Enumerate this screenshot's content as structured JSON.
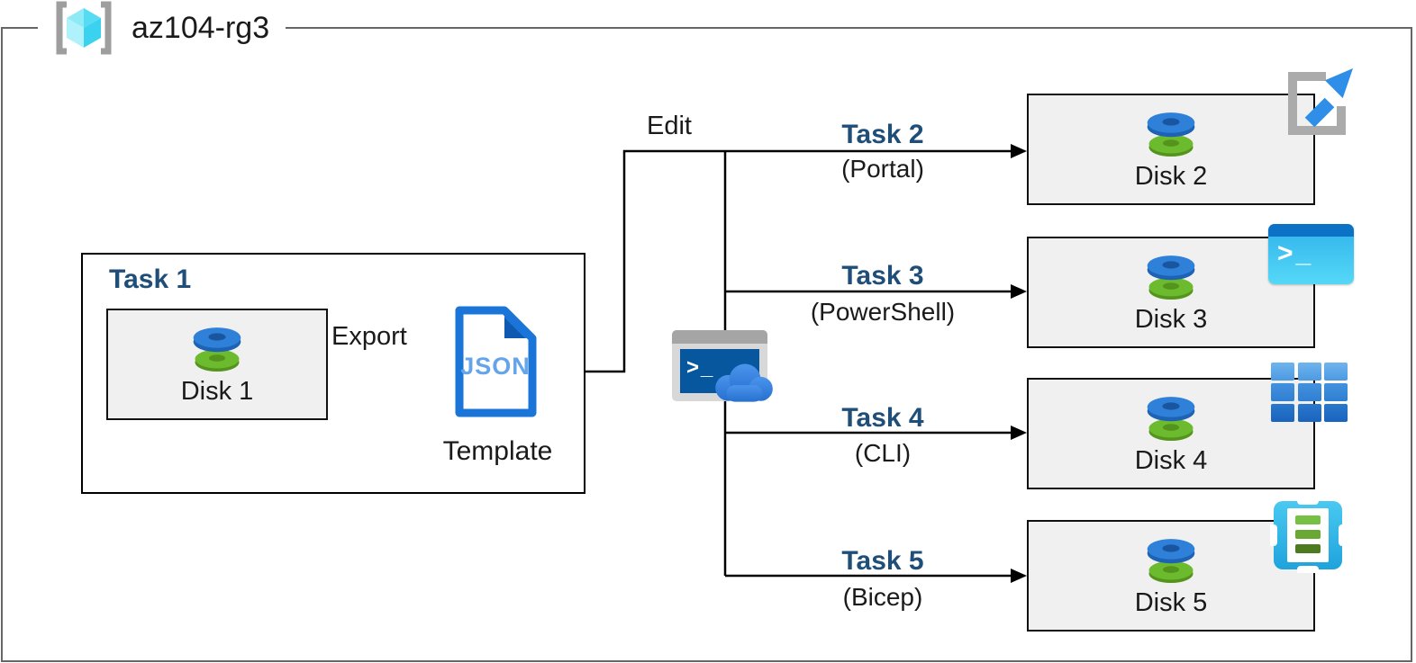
{
  "resource_group": {
    "name": "az104-rg3"
  },
  "task1": {
    "title": "Task 1",
    "disk_label": "Disk 1",
    "export_label": "Export",
    "json_badge": "JSON",
    "template_label": "Template"
  },
  "edit_label": "Edit",
  "cloud_shell_prompt": ">_",
  "powershell_prompt": ">_",
  "tasks": [
    {
      "title": "Task 2",
      "method": "(Portal)",
      "disk_label": "Disk 2",
      "icon": "azure-portal-icon"
    },
    {
      "title": "Task 3",
      "method": "(PowerShell)",
      "disk_label": "Disk 3",
      "icon": "powershell-icon"
    },
    {
      "title": "Task 4",
      "method": "(CLI)",
      "disk_label": "Disk 4",
      "icon": "azure-cli-icon"
    },
    {
      "title": "Task 5",
      "method": "(Bicep)",
      "disk_label": "Disk 5",
      "icon": "bicep-template-icon"
    }
  ],
  "colors": {
    "task_title_blue": "#1F4E79",
    "rg_border_gray": "#666666",
    "box_fill_gray": "#F0F0F0",
    "disk_blue": "#2E80D8",
    "disk_green": "#6CBB2F",
    "json_doc_blue": "#1B75D8",
    "portal_arrow_blue": "#2E8EE8",
    "shell_screen_blue": "#07579E",
    "cyan": "#2BB5EA"
  }
}
